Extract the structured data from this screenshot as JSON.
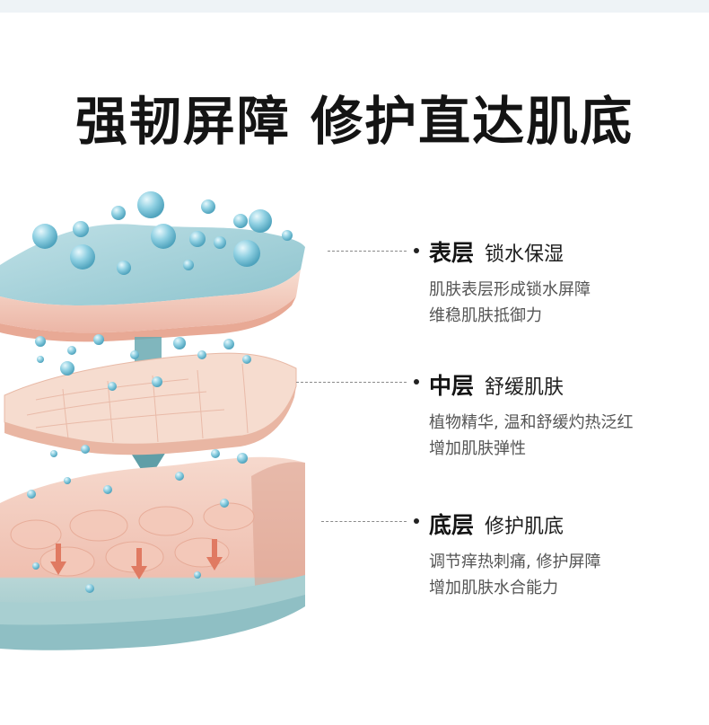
{
  "title": "强韧屏障 修护直达肌底",
  "layers": [
    {
      "name": "表层",
      "subtitle": "锁水保湿",
      "desc_lines": [
        "肌肤表层形成锁水屏障",
        "维稳肌肤抵御力"
      ]
    },
    {
      "name": "中层",
      "subtitle": "舒缓肌肤",
      "desc_lines": [
        "植物精华, 温和舒缓灼热泛红",
        "增加肌肤弹性"
      ]
    },
    {
      "name": "底层",
      "subtitle": "修护肌底",
      "desc_lines": [
        "调节痒热刺痛, 修护屏障",
        "增加肌肤水合能力"
      ]
    }
  ],
  "colors": {
    "water_droplet": "#5fb3cc",
    "surface_layer": "#a9d4dc",
    "skin_pink": "#f3cfc0",
    "arrow_teal": "#5f9ea7",
    "arrow_salmon": "#e07a62"
  }
}
